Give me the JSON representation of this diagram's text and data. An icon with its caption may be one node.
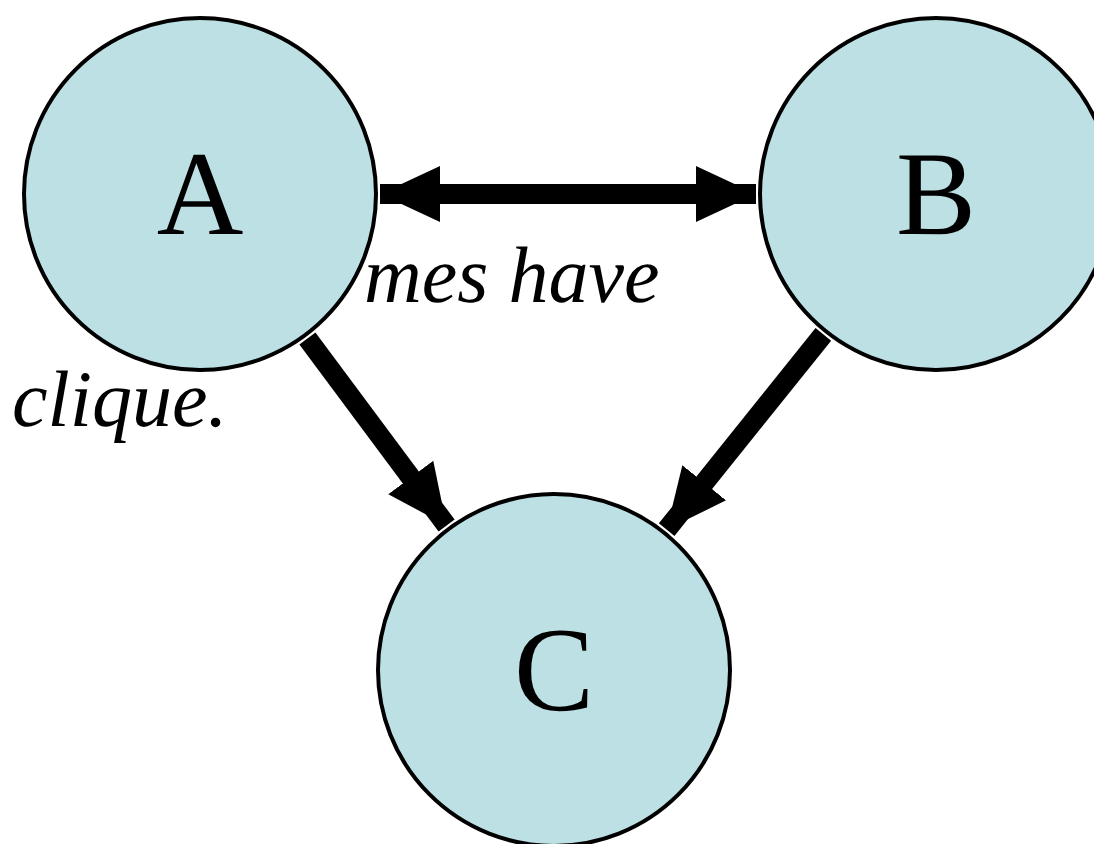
{
  "diagram": {
    "nodes": [
      {
        "text": [
          "A"
        ]
      },
      {
        "text": [
          "B"
        ]
      },
      {
        "text": [
          "C"
        ]
      }
    ],
    "edges": [
      {
        "from": 0,
        "to": 1,
        "arrow": "both"
      },
      {
        "from": 0,
        "to": 2,
        "arrow": "to"
      },
      {
        "from": 1,
        "to": 2,
        "arrow": "to"
      }
    ],
    "labels": [
      "mes have",
      "clique."
    ]
  }
}
